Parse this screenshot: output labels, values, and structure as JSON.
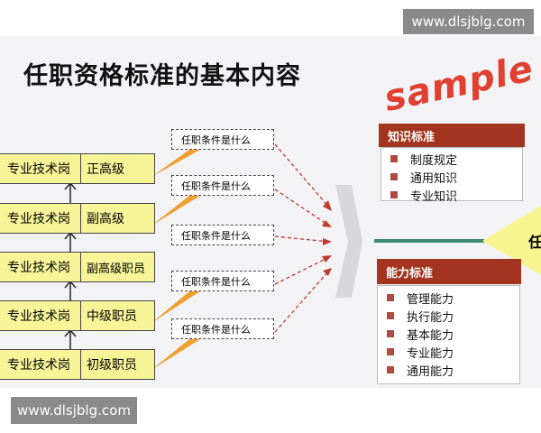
{
  "watermark": "www.dlsjblg.com",
  "title": "任职资格标准的基本内容",
  "rows": [
    {
      "track": "专业技术岗",
      "level": "正高级"
    },
    {
      "track": "专业技术岗",
      "level": "副高级"
    },
    {
      "track": "专业技术岗",
      "level": "副高级职员"
    },
    {
      "track": "专业技术岗",
      "level": "中级职员"
    },
    {
      "track": "专业技术岗",
      "level": "初级职员"
    }
  ],
  "question": "任职条件是什么",
  "sample_stamp": "sample",
  "knowledge": {
    "header": "知识标准",
    "items": [
      "制度规定",
      "通用知识",
      "专业知识"
    ]
  },
  "ability": {
    "header": "能力标准",
    "items": [
      "管理能力",
      "执行能力",
      "基本能力",
      "专业能力",
      "通用能力"
    ]
  },
  "cut_text": "任",
  "colors": {
    "header": "#a33520",
    "cell": "#f7f598",
    "callout": "#f0a030",
    "arrow": "#c0392b",
    "line": "#3a8a70"
  }
}
